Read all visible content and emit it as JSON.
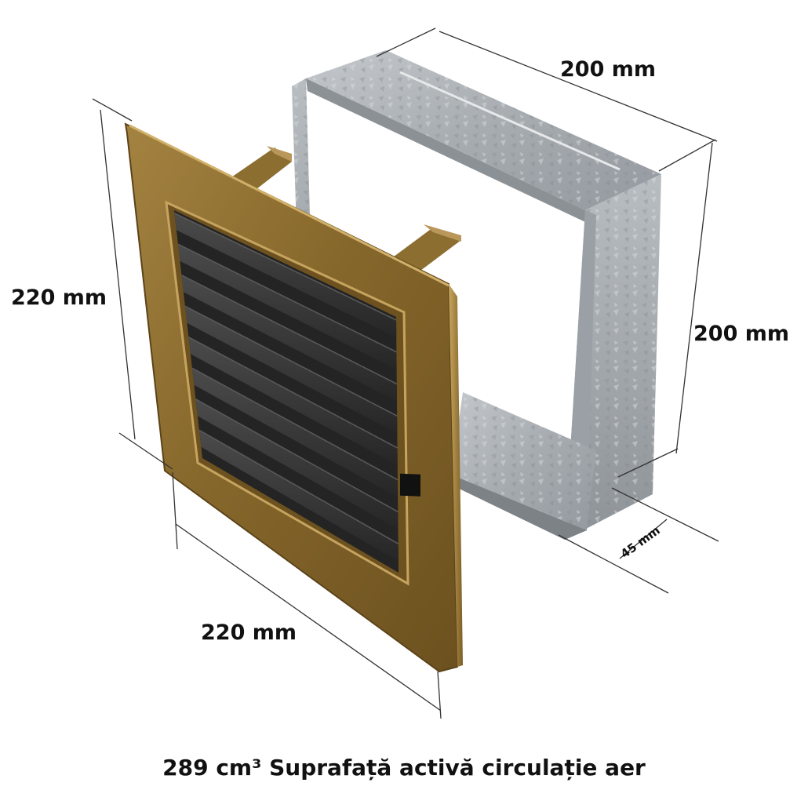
{
  "dimensions": {
    "frame_width": "200 mm",
    "frame_height": "200 mm",
    "frame_depth": "45 mm",
    "grille_height": "220 mm",
    "grille_width": "220 mm"
  },
  "caption": "289 cm³ Suprafață activă circulație aer",
  "colors": {
    "grille_gold": "#8a6a2e",
    "grille_gold_light": "#b08f4a",
    "grille_gold_dark": "#5e4518",
    "louver_dark": "#2e2e2e",
    "louver_light": "#4a4a4a",
    "galvanized": "#a9aeb2",
    "galvanized_light": "#c8ccd0",
    "galvanized_dark": "#878c91"
  }
}
